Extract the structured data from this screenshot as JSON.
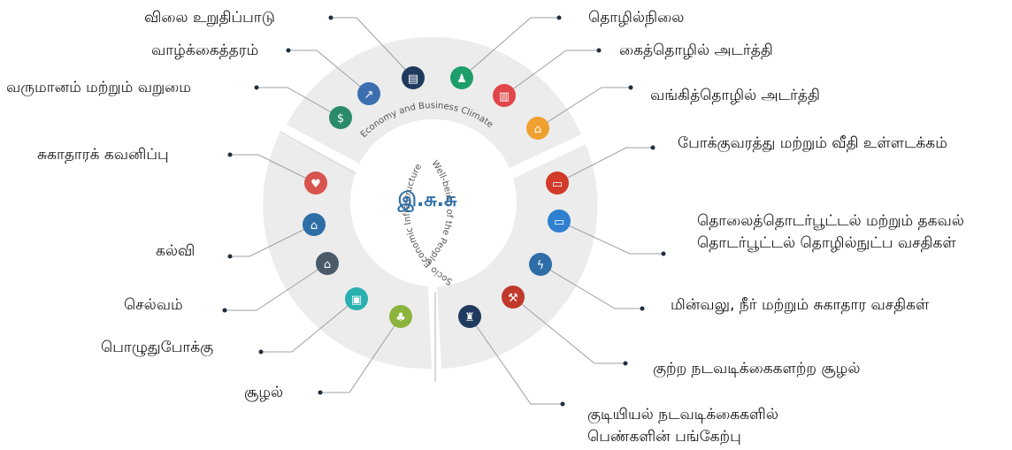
{
  "center": {
    "title": "இ.சு.சு"
  },
  "segments": {
    "economy": "Economy and Business Climate",
    "wellbeing": "Well-being of the People",
    "infrastructure": "Socio Economic Infrastructure"
  },
  "labels": {
    "price_stability": "விலை உறுதிப்பாடு",
    "standard_of_living": "வாழ்க்கைத்தரம்",
    "income_poverty": "வருமானம் மற்றும் வறுமை",
    "health_care": "சுகாதாரக் கவனிப்பு",
    "education": "கல்வி",
    "wealth": "செல்வம்",
    "leisure": "பொழுதுபோக்கு",
    "environment": "சூழல்",
    "employment": "தொழில்நிலை",
    "industrial_density": "கைத்தொழில் அடர்த்தி",
    "banking_density": "வங்கித்தொழில் அடர்த்தி",
    "transport": "போக்குவரத்து மற்றும் வீதி உள்ளடக்கம்",
    "telecom_ict": "தொலைத்தொடர்பூட்டல் மற்றும் தகவல் தொடர்பூட்டல் தொழில்நுட்ப வசதிகள்",
    "power_water": "மின்வலு, நீர் மற்றும் சுகாதார வசதிகள்",
    "crime_free": "குற்ற நடவடிக்கைகளற்ற சூழல்",
    "women_civic": "குடியியல் நடவடிக்கைகளில் பெண்களின் பங்கேற்பு"
  },
  "icons": {
    "price_stability": {
      "name": "money-icon",
      "color": "#1f3a5f",
      "glyph": "▤"
    },
    "standard_of_living": {
      "name": "chart-icon",
      "color": "#3b6fb0",
      "glyph": "↗"
    },
    "income_poverty": {
      "name": "money-hand-icon",
      "color": "#2a8a6a",
      "glyph": "$"
    },
    "health_care": {
      "name": "stethoscope-icon",
      "color": "#d9534f",
      "glyph": "♥"
    },
    "education": {
      "name": "school-icon",
      "color": "#2e6ea6",
      "glyph": "⌂"
    },
    "wealth": {
      "name": "house-icon",
      "color": "#4a5a68",
      "glyph": "⌂"
    },
    "leisure": {
      "name": "clapperboard-icon",
      "color": "#2ab0b0",
      "glyph": "▣"
    },
    "environment": {
      "name": "tree-icon",
      "color": "#8cb43c",
      "glyph": "♣"
    },
    "employment": {
      "name": "people-icon",
      "color": "#1e9e6a",
      "glyph": "♟"
    },
    "industrial_density": {
      "name": "factory-icon",
      "color": "#e0464a",
      "glyph": "▥"
    },
    "banking_density": {
      "name": "bank-icon",
      "color": "#f0a030",
      "glyph": "⌂"
    },
    "transport": {
      "name": "train-icon",
      "color": "#d23a2a",
      "glyph": "▭"
    },
    "telecom_ict": {
      "name": "monitor-icon",
      "color": "#2e7fd0",
      "glyph": "▭"
    },
    "power_water": {
      "name": "power-water-icon",
      "color": "#2e6ea6",
      "glyph": "ϟ"
    },
    "crime_free": {
      "name": "gavel-icon",
      "color": "#c0392b",
      "glyph": "⚒"
    },
    "women_civic": {
      "name": "parliament-icon",
      "color": "#1f3a5f",
      "glyph": "♜"
    }
  }
}
